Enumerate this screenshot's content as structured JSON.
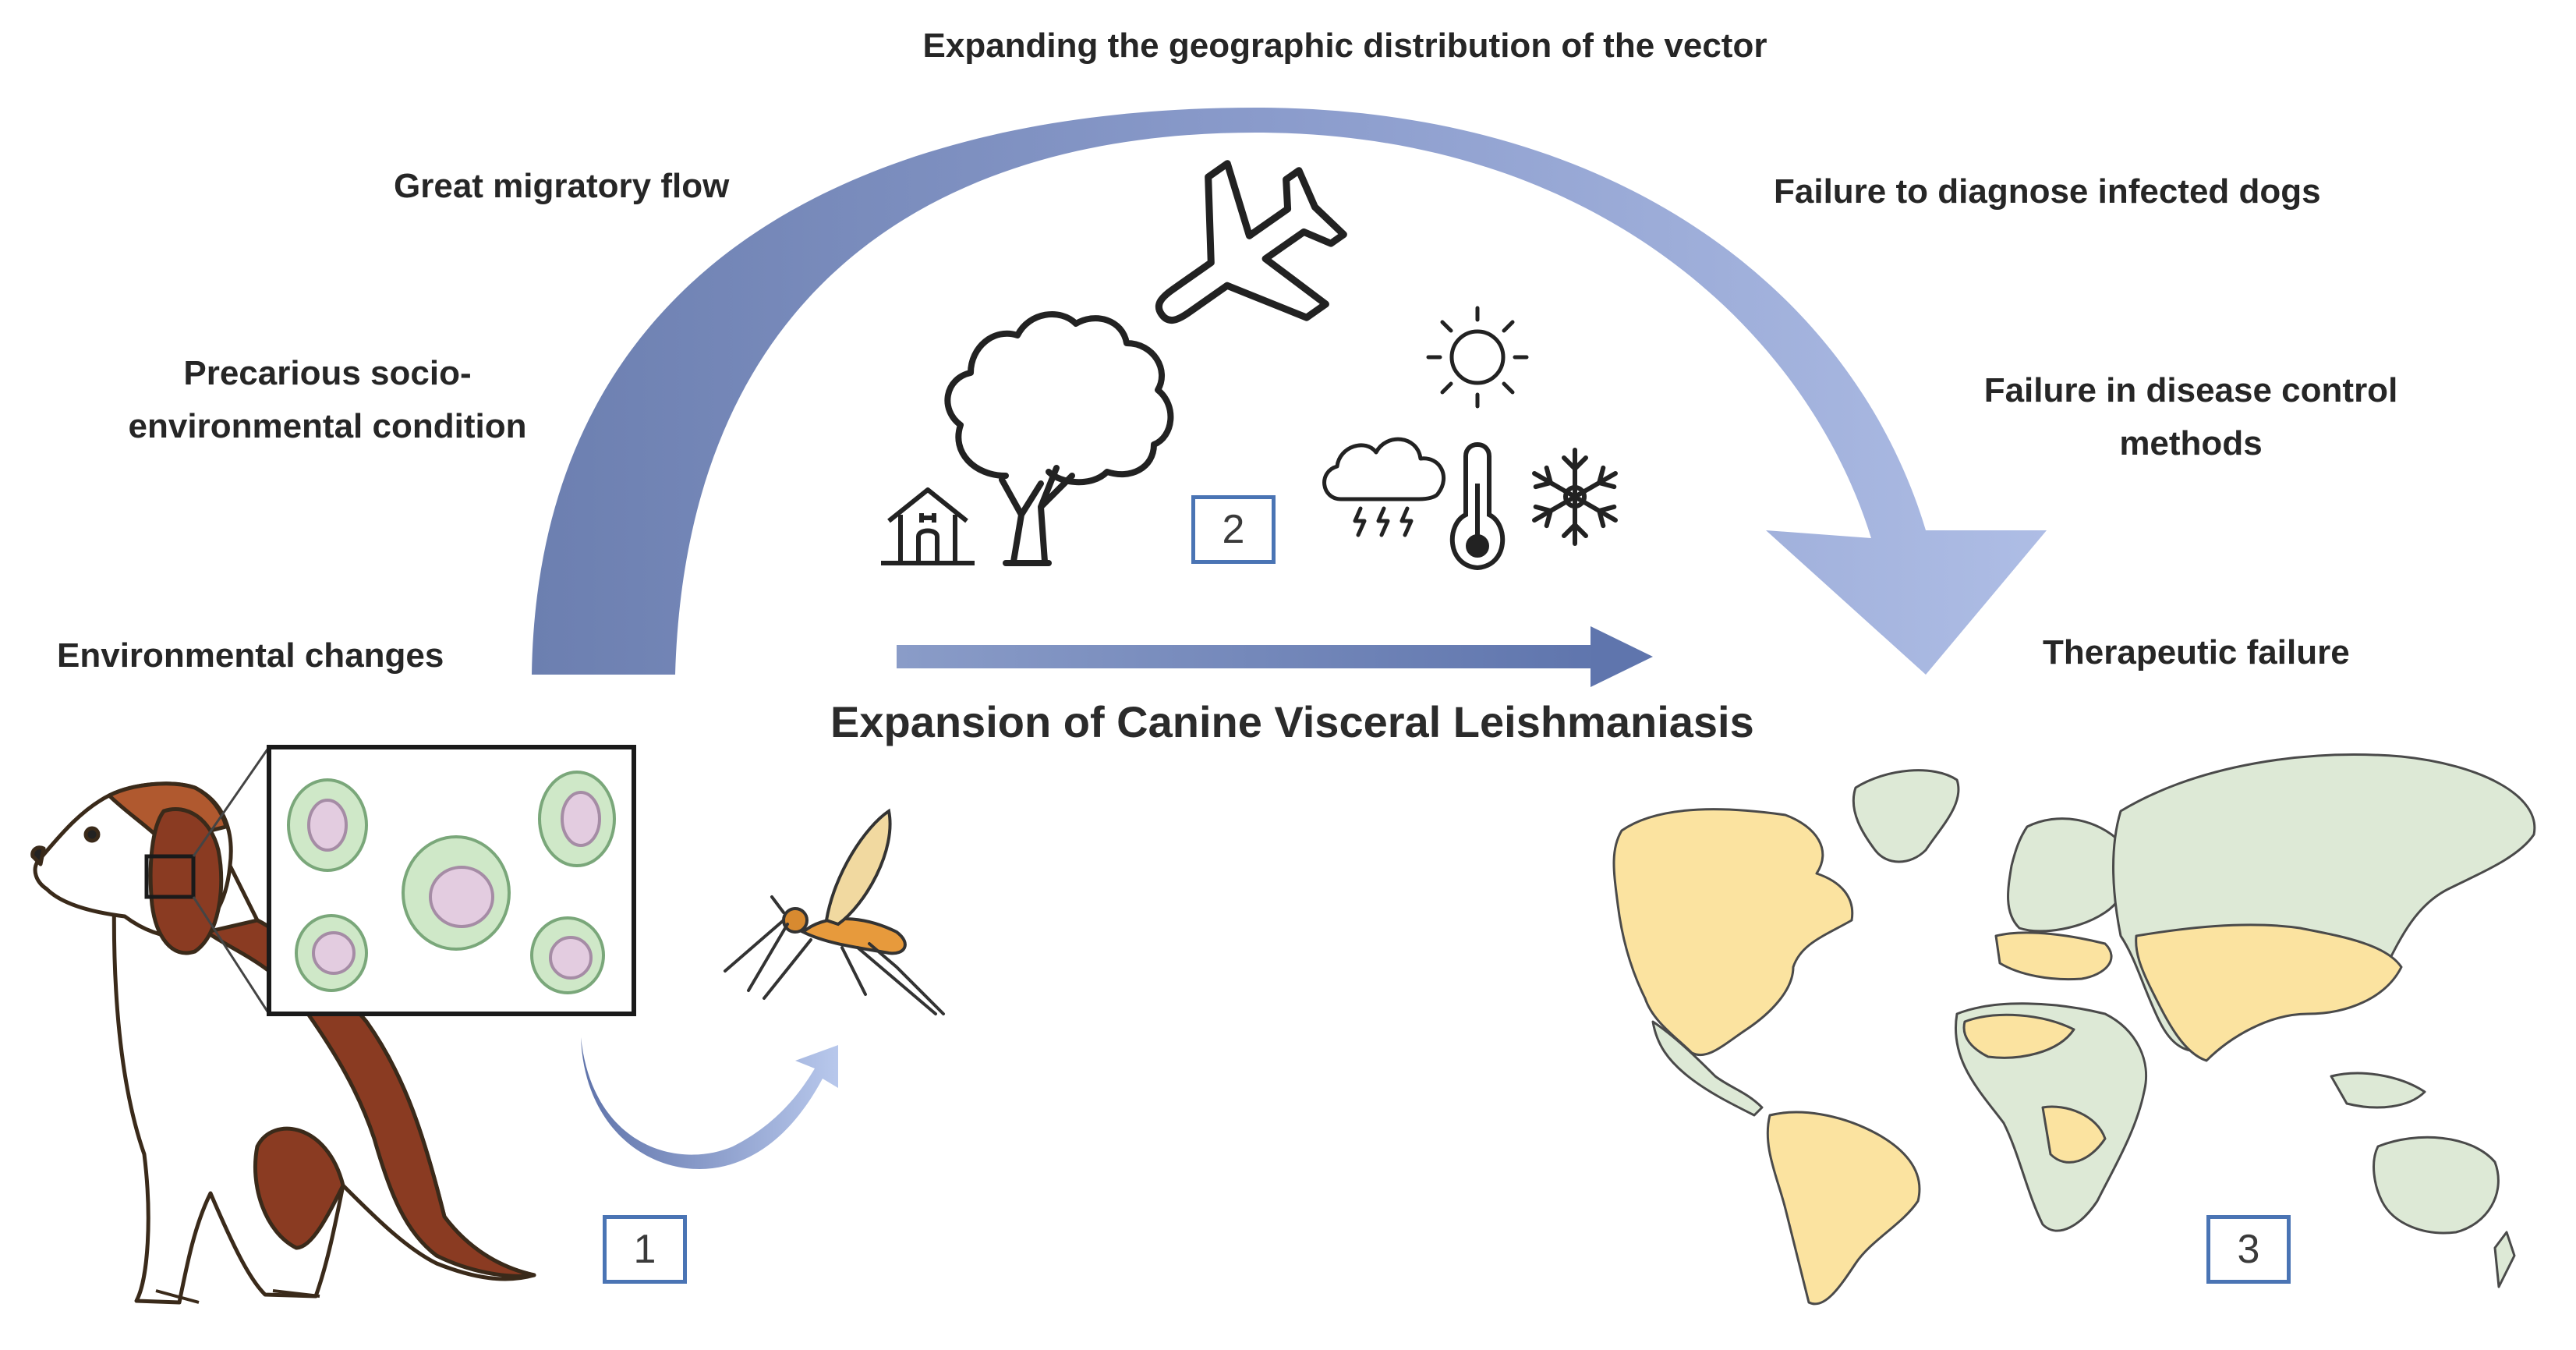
{
  "labels": {
    "expanding_vector": "Expanding the geographic distribution of the vector",
    "migratory_flow": "Great migratory flow",
    "socio_line1": "Precarious socio-",
    "socio_line2": "environmental condition",
    "environmental_changes": "Environmental changes",
    "failure_diagnose": "Failure to diagnose infected dogs",
    "control_line1": "Failure in disease control",
    "control_line2": "methods",
    "therapeutic_failure": "Therapeutic failure"
  },
  "center_title": "Expansion of Canine Visceral Leishmaniasis",
  "stages": [
    "1",
    "2",
    "3"
  ],
  "colors": {
    "arc_dark": "#6f82b3",
    "arc_light": "#a9b9e2",
    "box_border": "#4a74b4",
    "map_endemic": "#fbe3a0",
    "map_other": "#dde9d6"
  },
  "icons": [
    "dog-icon",
    "macrophage-cells-icon",
    "sandfly-icon",
    "airplane-icon",
    "tree-icon",
    "house-icon",
    "sun-icon",
    "storm-cloud-icon",
    "thermometer-icon",
    "snowflake-icon",
    "world-map-icon"
  ]
}
